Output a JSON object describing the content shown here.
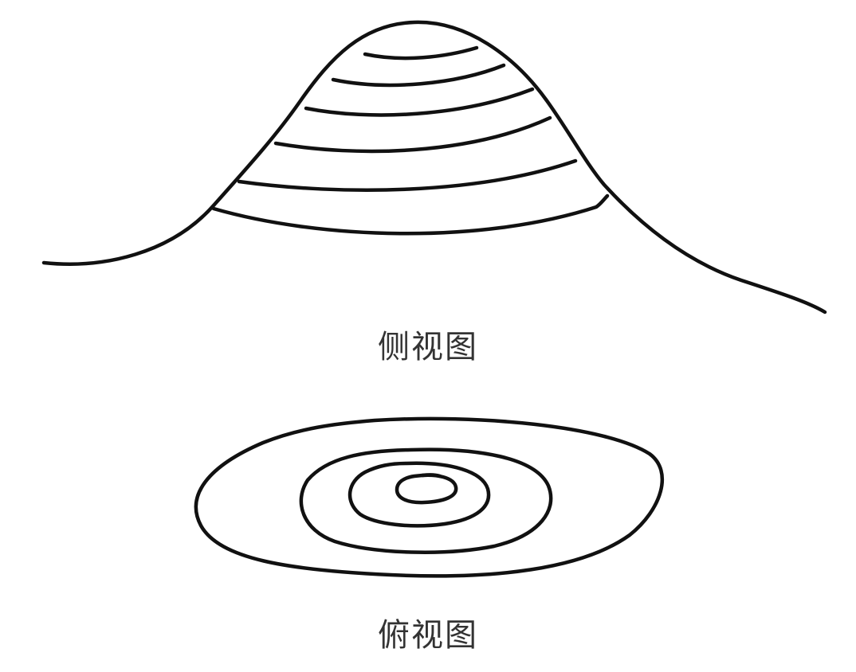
{
  "side_view": {
    "label": "侧视图",
    "contour_count": 6
  },
  "top_view": {
    "label": "俯视图",
    "ring_count": 4
  },
  "colors": {
    "stroke": "#111111",
    "label": "#333333",
    "background": "#ffffff"
  }
}
